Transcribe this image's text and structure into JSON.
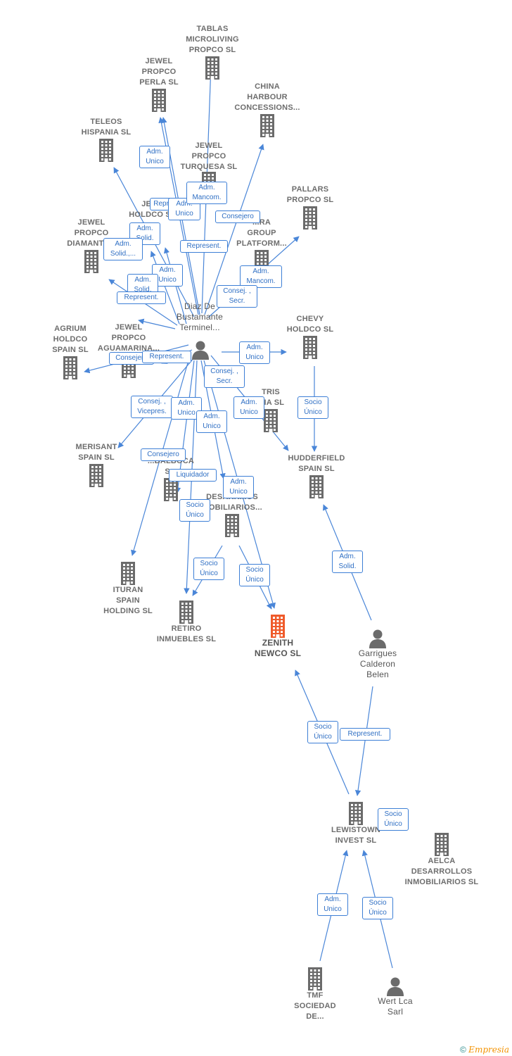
{
  "colors": {
    "edge": "#4a86d8",
    "building": "#6b6b6b",
    "focus": "#ef5a2a",
    "person": "#6b6b6b"
  },
  "nodes": [
    {
      "id": "tablas",
      "name": "TABLAS\nMICROLIVING\nPROPCO  SL",
      "type": "company"
    },
    {
      "id": "perla",
      "name": "JEWEL\nPROPCO\nPERLA  SL",
      "type": "company"
    },
    {
      "id": "china",
      "name": "CHINA\nHARBOUR\nCONCESSIONS...",
      "type": "company"
    },
    {
      "id": "teleos",
      "name": "TELEOS\nHISPANIA  SL",
      "type": "company"
    },
    {
      "id": "turquesa",
      "name": "JEWEL\nPROPCO\nTURQUESA  SL",
      "type": "company"
    },
    {
      "id": "pallars",
      "name": "PALLARS\nPROPCO  SL",
      "type": "company"
    },
    {
      "id": "holdco",
      "name": "JEW...\nHOLDCO  S...",
      "type": "company"
    },
    {
      "id": "diamante",
      "name": "JEWEL\nPROPCO\nDIAMANTE...",
      "type": "company"
    },
    {
      "id": "platform",
      "name": "...RA\nGROUP\nPLATFORM...",
      "type": "company"
    },
    {
      "id": "agrium",
      "name": "AGRIUM\nHOLDCO\nSPAIN  SL",
      "type": "company"
    },
    {
      "id": "aguamarina",
      "name": "JEWEL\nPROPCO\nAGUAMARINA...",
      "type": "company"
    },
    {
      "id": "chevy",
      "name": "CHEVY\nHOLDCO  SL",
      "type": "company"
    },
    {
      "id": "tris",
      "name": "TRIS\n...IA  SL",
      "type": "company"
    },
    {
      "id": "merisant",
      "name": "MERISANT\nSPAIN  SL",
      "type": "company"
    },
    {
      "id": "hudderfield",
      "name": "HUDDERFIELD\nSPAIN  SL",
      "type": "company"
    },
    {
      "id": "balboa",
      "name": "...BALBOCA\nS...",
      "type": "company"
    },
    {
      "id": "nuevos",
      "name": "NU...\nDESARR...OS\n...OBILIARIOS...",
      "type": "company"
    },
    {
      "id": "ituran",
      "name": "ITURAN\nSPAIN\nHOLDING  SL",
      "type": "company"
    },
    {
      "id": "retiro",
      "name": "RETIRO\nINMUEBLES SL",
      "type": "company"
    },
    {
      "id": "zenith",
      "name": "ZENITH\nNEWCO  SL",
      "type": "focus"
    },
    {
      "id": "garrigues",
      "name": "Garrigues\nCalderon\nBelen",
      "type": "person"
    },
    {
      "id": "diaz",
      "name": "Diaz De\nBustamante\nTerminel...",
      "type": "person"
    },
    {
      "id": "lewistown",
      "name": "LEWISTOWN\nINVEST  SL",
      "type": "company"
    },
    {
      "id": "aelca",
      "name": "AELCA\nDESARROLLOS\nINMOBILIARIOS SL",
      "type": "company"
    },
    {
      "id": "tmf",
      "name": "TMF\nSOCIEDAD\nDE...",
      "type": "company"
    },
    {
      "id": "wert",
      "name": "Wert Lca\nSarl",
      "type": "person"
    }
  ],
  "edge_labels": [
    "Adm.\nUnico",
    "Repr...",
    "Adm.\nUnico",
    "Adm.\nMancom.",
    "Consejero",
    "Adm.\nSolid.",
    "Adm.\nSolid.,...",
    "Represent.",
    "Adm.\nUnico",
    "Adm.\nSolid.",
    "Represent.",
    "Adm.\nMancom.",
    "Consej. ,\nSecr.",
    "Consejero",
    "Represent.",
    "Adm.\nUnico",
    "Consej. ,\nSecr.",
    "Socio\nÚnico",
    "Adm.\nUnico",
    "Consej. ,\nVicepres.",
    "Adm.\nUnico",
    "Adm.\nUnico",
    "Consejero",
    "Liquidador",
    "Adm.\nUnico",
    "Socio\nÚnico",
    "Socio\nÚnico",
    "Socio\nÚnico",
    "Adm.\nSolid.",
    "Socio\nÚnico",
    "Represent.",
    "Socio\nÚnico",
    "Adm.\nUnico",
    "Socio\nÚnico"
  ],
  "footer": {
    "copyright": "©",
    "brand_first": "E",
    "brand_rest": "mpresia"
  }
}
